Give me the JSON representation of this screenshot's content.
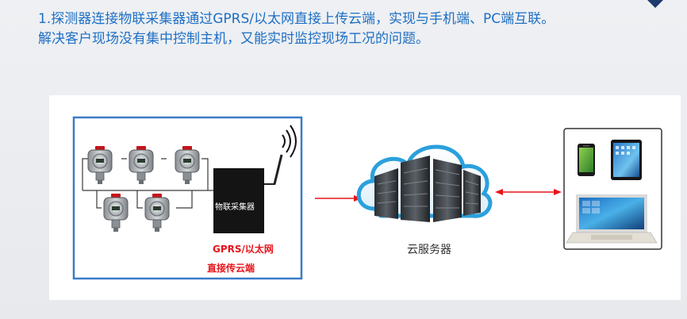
{
  "intro": {
    "line1": "1.探测器连接物联采集器通过GPRS/以太网直接上传云端，实现与手机端、PC端互联。",
    "line2": "解决客户现场没有集中控制主机，又能实时监控现场工况的问题。"
  },
  "diagram": {
    "collector_label": "物联采集器",
    "gprs_label": "GPRS/以太网",
    "upload_label": "直接传云端",
    "cloud_label": "云服务器",
    "detector_count": 5
  },
  "colors": {
    "intro_text": "#1e6fc4",
    "site_border": "#3a7bc8",
    "accent_red": "#e8141b",
    "cloud_blue": "#2aa0dc"
  }
}
